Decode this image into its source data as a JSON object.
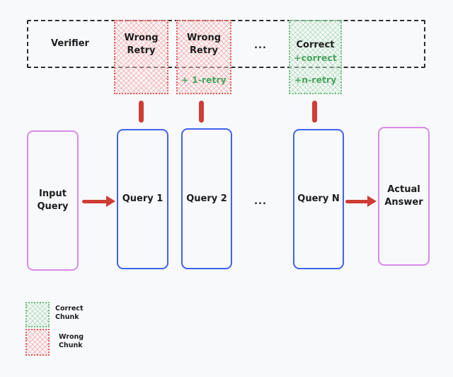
{
  "verifier": {
    "label": "Verifier"
  },
  "top_row": {
    "wrong_retry_1": "Wrong\nRetry",
    "wrong_retry_2": "Wrong\nRetry",
    "retry_note_1": "+ 1-retry",
    "correct_title": "Correct",
    "correct_note": "+correct",
    "correct_retry_note": "+n-retry",
    "ellipsis": "..."
  },
  "flow_row": {
    "input_label": "Input\nQuery",
    "query_1": "Query 1",
    "query_2": "Query 2",
    "query_n": "Query N",
    "ellipsis": "...",
    "answer_label": "Actual\nAnswer"
  },
  "legend": {
    "correct_label": "Correct\nChunk",
    "wrong_label": "Wrong\nChunk"
  },
  "colors": {
    "background": "#f8f9fb",
    "query_border_blue": "#4263eb",
    "io_border_purple": "#d98ae8",
    "arrow_red": "#cf3d35",
    "green_note_text": "#4aa55e",
    "wrong_chunk_border": "#e06060",
    "correct_chunk_border": "#74bd85",
    "verifier_dash": "#2e2e2e",
    "text": "#1d1d1d"
  }
}
